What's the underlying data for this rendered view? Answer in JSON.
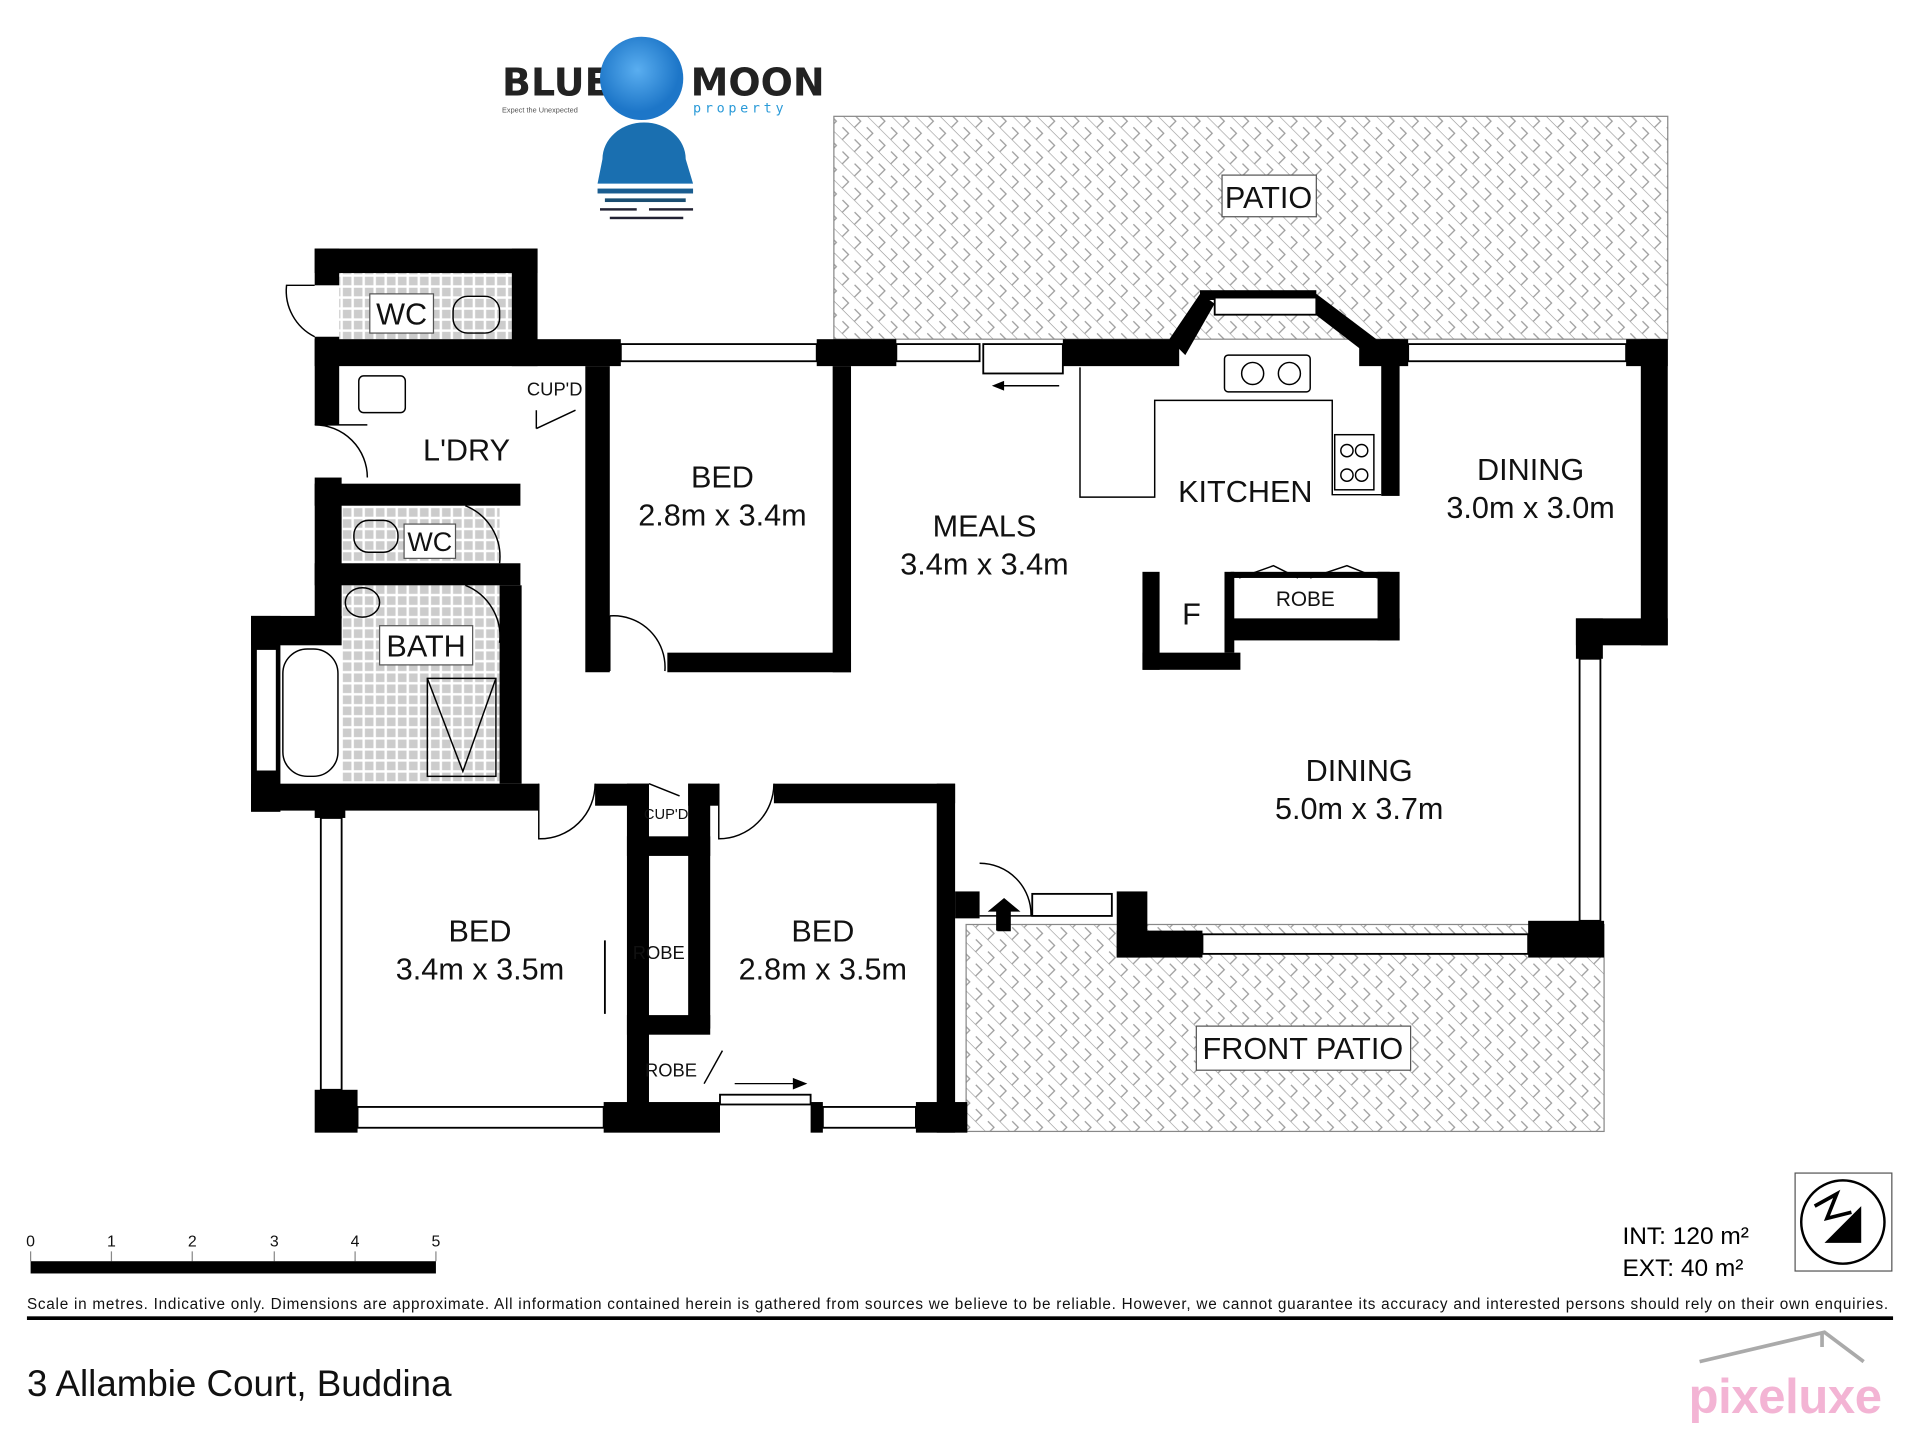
{
  "logo": {
    "word1": "BLUE",
    "word2": "MOON",
    "sub": "property",
    "tagline": "Expect the Unexpected"
  },
  "rooms": {
    "patio": "PATIO",
    "front_patio": "FRONT PATIO",
    "wc1": "WC",
    "wc2": "WC",
    "laundry": "L'DRY",
    "cupd1": "CUP'D",
    "cupd2": "CUP'D",
    "bath": "BATH",
    "bed1": {
      "name": "BED",
      "dims": "2.8m x 3.4m"
    },
    "meals": {
      "name": "MEALS",
      "dims": "3.4m x 3.4m"
    },
    "kitchen": "KITCHEN",
    "dining1": {
      "name": "DINING",
      "dims": "3.0m x 3.0m"
    },
    "fridge": "F",
    "robe1": "ROBE",
    "dining2": {
      "name": "DINING",
      "dims": "5.0m x 3.7m"
    },
    "bed2": {
      "name": "BED",
      "dims": "3.4m x 3.5m"
    },
    "robe2": "ROBE",
    "robe3": "ROBE",
    "bed3": {
      "name": "BED",
      "dims": "2.8m x 3.5m"
    }
  },
  "scale": {
    "ticks": [
      "0",
      "1",
      "2",
      "3",
      "4",
      "5"
    ]
  },
  "area": {
    "int": "INT: 120 m²",
    "ext": "EXT: 40 m²"
  },
  "disclaimer": "Scale in metres. Indicative only. Dimensions are approximate. All information contained herein is gathered from sources we believe to be reliable. However, we cannot guarantee its accuracy and interested persons should rely on their own enquiries.",
  "address": "3 Allambie Court, Buddina",
  "brand": "pixeluxe"
}
